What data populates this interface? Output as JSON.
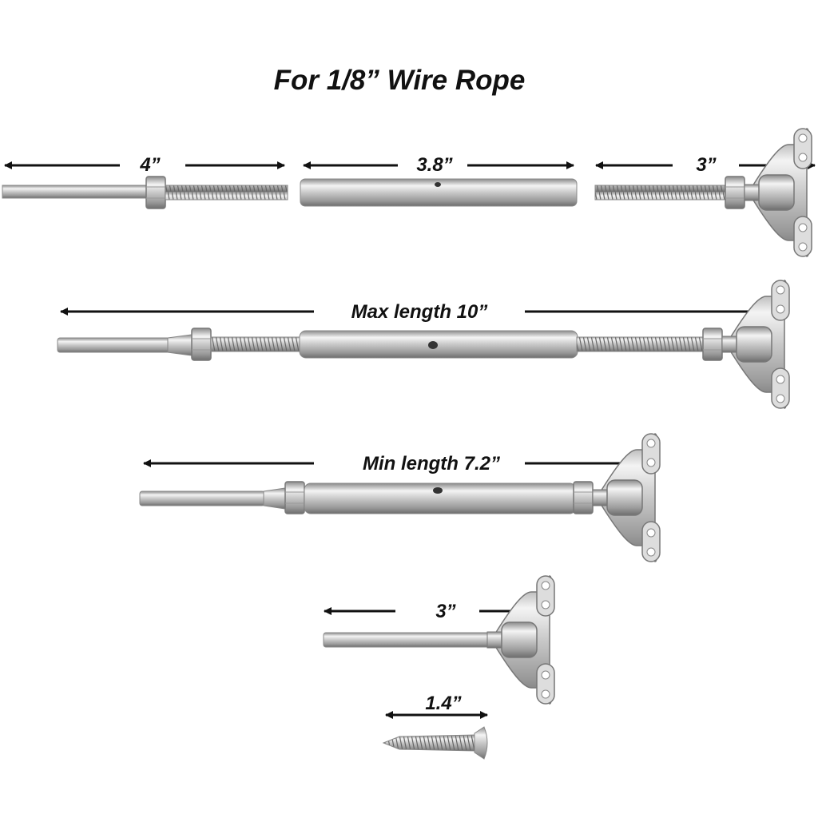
{
  "title": "For 1/8” Wire Rope",
  "dimensions": {
    "swage_stud": "4”",
    "turnbuckle_body": "3.8”",
    "toggle_stud": "3”",
    "max_length": "Max length 10”",
    "min_length": "Min length 7.2”",
    "toggle_pin": "3”",
    "screw": "1.4”"
  },
  "colors": {
    "text": "#111111",
    "arrow": "#111111",
    "metal_light": "#f2f2f2",
    "metal_dark": "#7a7a7a"
  }
}
